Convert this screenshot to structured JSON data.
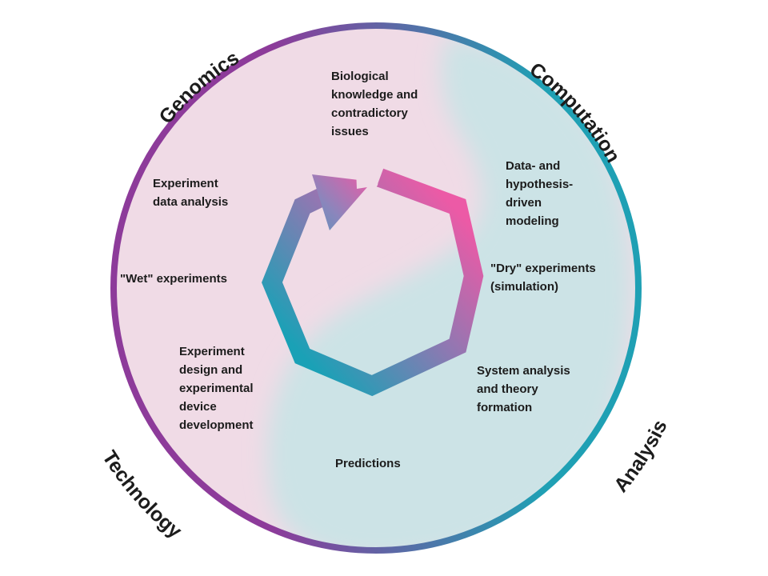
{
  "quadrants": {
    "top_left": "Genomics",
    "top_right": "Computation",
    "bottom_right": "Analysis",
    "bottom_left": "Technology"
  },
  "steps": {
    "biological_knowledge": "Biological\nknowledge and\ncontradictory\nissues",
    "modeling": "Data- and\nhypothesis-\ndriven\nmodeling",
    "dry_experiments": "\"Dry\" experiments\n(simulation)",
    "system_analysis": "System analysis\nand theory\nformation",
    "predictions": "Predictions",
    "experiment_design": "Experiment\ndesign and\nexperimental\ndevice\ndevelopment",
    "wet_experiments": "\"Wet\" experiments",
    "data_analysis": "Experiment\ndata analysis"
  },
  "colors": {
    "pink_region": "#f0dbe6",
    "blue_region": "#cce3e6",
    "rim_purple": "#8d3b9a",
    "rim_teal": "#1fa0b4",
    "cycle_pink": "#ec5aa6",
    "cycle_teal": "#1aa1b6",
    "text": "#1c1c1c"
  }
}
